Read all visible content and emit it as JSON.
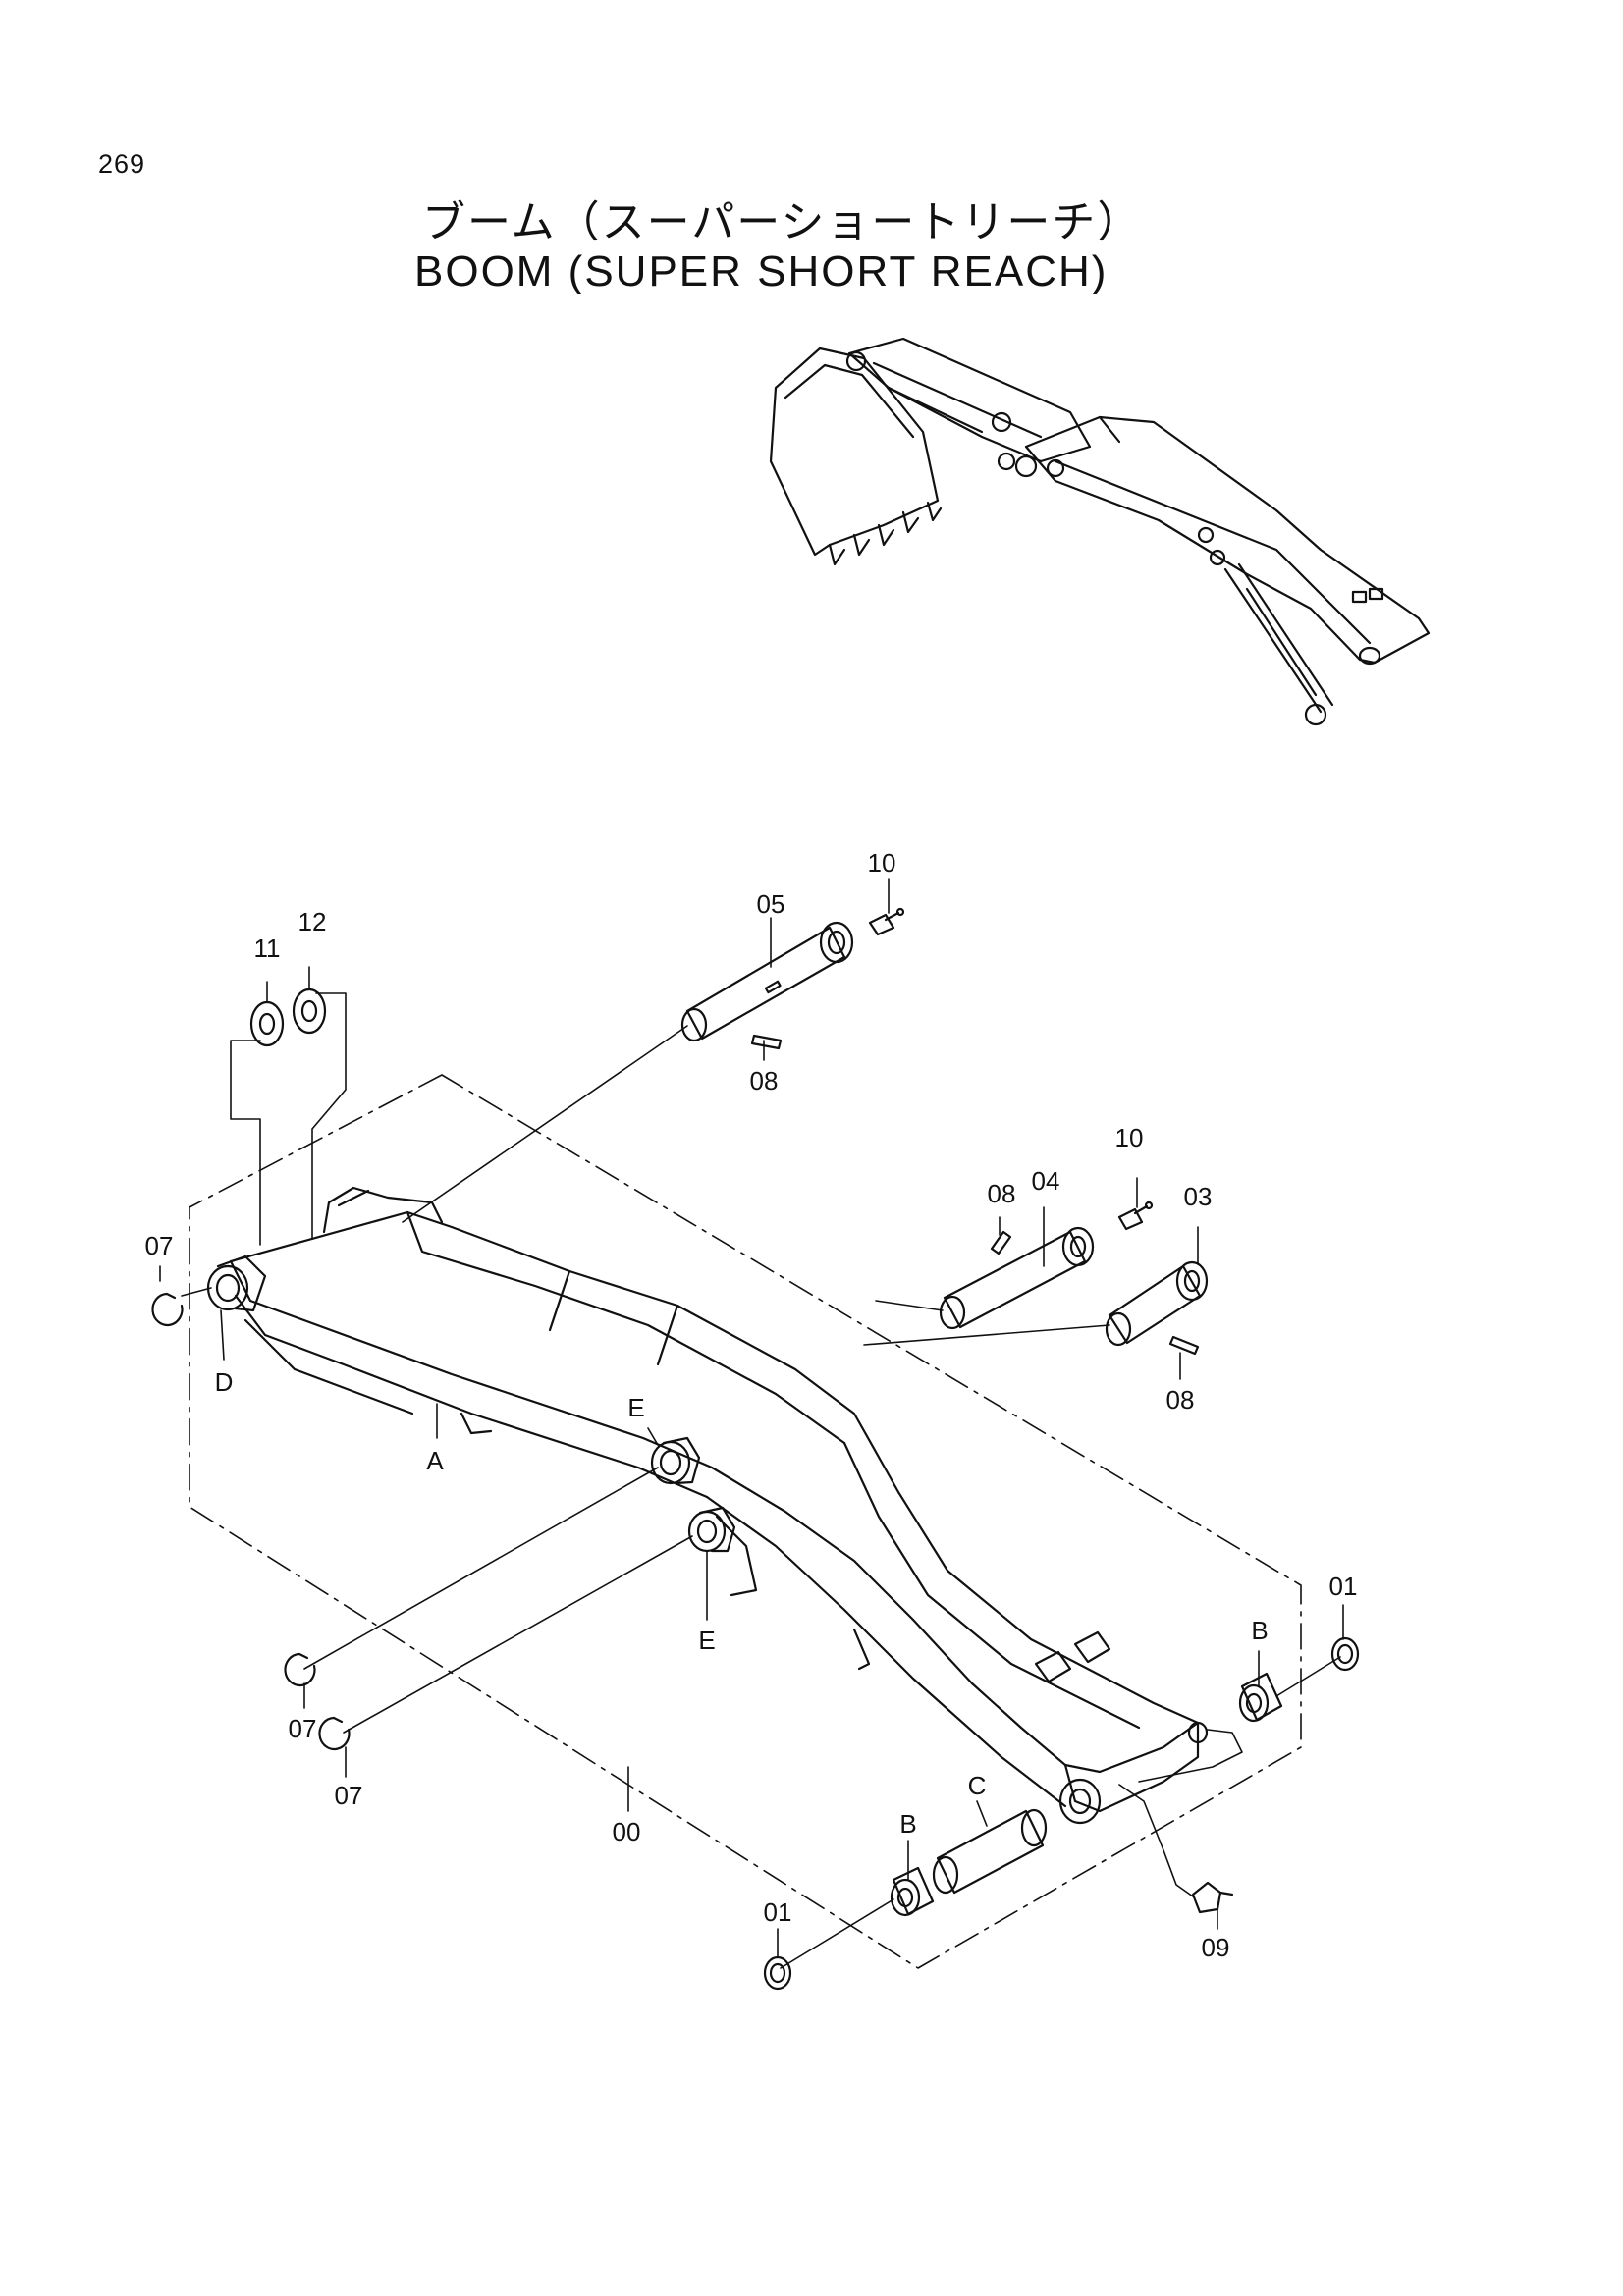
{
  "page": {
    "number": "269",
    "title_jp": "ブーム（スーパーショートリーチ）",
    "title_en": "BOOM (SUPER SHORT REACH)"
  },
  "callouts": {
    "p00": "00",
    "p01a": "01",
    "p01b": "01",
    "p03": "03",
    "p04": "04",
    "p05": "05",
    "p07a": "07",
    "p07b": "07",
    "p07c": "07",
    "p08a": "08",
    "p08b": "08",
    "p08c": "08",
    "p09": "09",
    "p10a": "10",
    "p10b": "10",
    "p11": "11",
    "p12": "12",
    "refA": "A",
    "refB1": "B",
    "refB2": "B",
    "refC": "C",
    "refD": "D",
    "refE1": "E",
    "refE2": "E"
  }
}
